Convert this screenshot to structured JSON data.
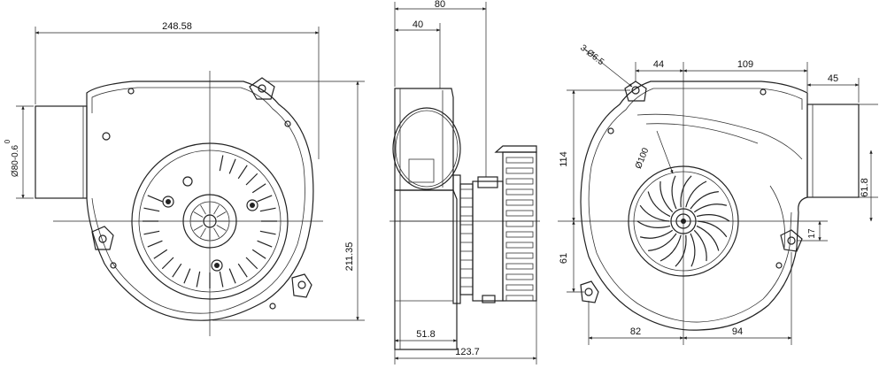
{
  "views": {
    "front": {
      "dims": {
        "width": "248.58",
        "height": "211.35",
        "outlet_dia": "Ø80-0.6",
        "tol": "0"
      }
    },
    "side": {
      "dims": {
        "depth": "80",
        "half": "40",
        "base": "51.8",
        "total": "123.7"
      }
    },
    "back": {
      "dims": {
        "holes": "3-Ø6.5",
        "d44": "44",
        "d109": "109",
        "d45": "45",
        "d114": "114",
        "d61": "61",
        "d82": "82",
        "d94": "94",
        "d61_8": "61.8",
        "d17": "17",
        "impeller": "Ø100"
      }
    }
  }
}
